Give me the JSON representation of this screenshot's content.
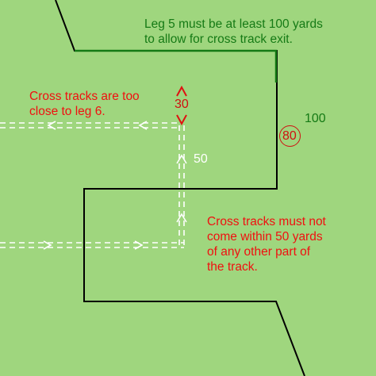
{
  "annotations": {
    "leg5_note": [
      "Leg 5 must be at least 100 yards",
      "to allow for cross track exit."
    ],
    "close_note": [
      "Cross tracks are too",
      "close to leg 6."
    ],
    "within_note": [
      "Cross tracks must not",
      "come within 50 yards",
      "of any other part of",
      "the track."
    ]
  },
  "distances": {
    "leg5_yards": "100",
    "leg6_yards": "80",
    "gap_yards": "30",
    "cross_gap_yards": "50"
  },
  "colors": {
    "field": "#9fd67e",
    "track": "#000000",
    "leg5_highlight": "#157a15",
    "warning_text": "#f01010",
    "note_text": "#157a15",
    "cross_track": "#ffffff"
  }
}
